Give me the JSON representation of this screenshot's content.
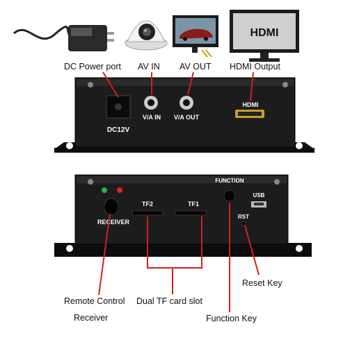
{
  "accessories": {
    "power_adapter": "power-adapter-icon",
    "camera": "dome-camera-icon",
    "monitor": "car-monitor-icon",
    "hdmi_display": {
      "icon": "hdmi-display-icon",
      "screen_text": "HDMI"
    }
  },
  "front_panel": {
    "port_labels": {
      "dc": "DC12V",
      "va_in": "V/A IN",
      "va_out": "V/A OUT",
      "hdmi": "HDMI"
    },
    "callouts": {
      "dc_power": "DC Power port",
      "av_in": "AV IN",
      "av_out": "AV OUT",
      "hdmi_output": "HDMI Output"
    }
  },
  "back_panel": {
    "port_labels": {
      "receiver": "RECEIVER",
      "tf2": "TF2",
      "tf1": "TF1",
      "function": "FUNCTION",
      "usb": "USB",
      "rst": "RST"
    },
    "callouts": {
      "remote_line1": "Remote Control",
      "remote_line2": "Receiver",
      "tf_slot": "Dual TF card slot",
      "function_key": "Function Key",
      "reset_key": "Reset Key"
    }
  },
  "colors": {
    "device_body": "#1a1a1a",
    "callout_line": "#d0201c",
    "led_green": "#2bb34a",
    "led_red": "#e0241c",
    "hdmi_screen": "#cfcfcf"
  }
}
